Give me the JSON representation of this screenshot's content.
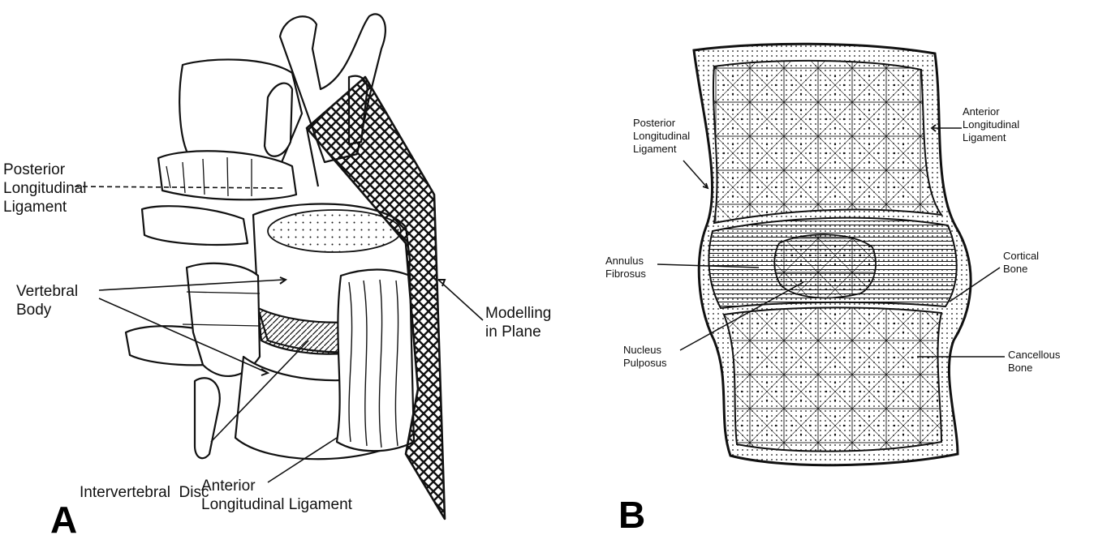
{
  "panel_a": {
    "letter": "A",
    "labels": {
      "posterior_ligament": [
        "Posterior",
        "Longitudinal",
        "Ligament"
      ],
      "vertebral_body": [
        "Vertebral",
        "Body"
      ],
      "intervertebral_disc": [
        "Intervertebral  Disc"
      ],
      "anterior_ligament": [
        "Anterior",
        "Longitudinal Ligament"
      ],
      "modelling_plane": [
        "Modelling",
        "in Plane"
      ]
    }
  },
  "panel_b": {
    "letter": "B",
    "labels": {
      "posterior_ligament": [
        "Posterior",
        "Longitudinal",
        "Ligament"
      ],
      "anterior_ligament": [
        "Anterior",
        "Longitudinal",
        "Ligament"
      ],
      "annulus_fibrosus": [
        "Annulus",
        "Fibrosus"
      ],
      "nucleus_pulposus": [
        "Nucleus",
        "Pulposus"
      ],
      "cortical_bone": [
        "Cortical",
        "Bone"
      ],
      "cancellous_bone": [
        "Cancellous",
        "Bone"
      ]
    }
  },
  "colors": {
    "ink": "#111111",
    "background": "#ffffff"
  }
}
